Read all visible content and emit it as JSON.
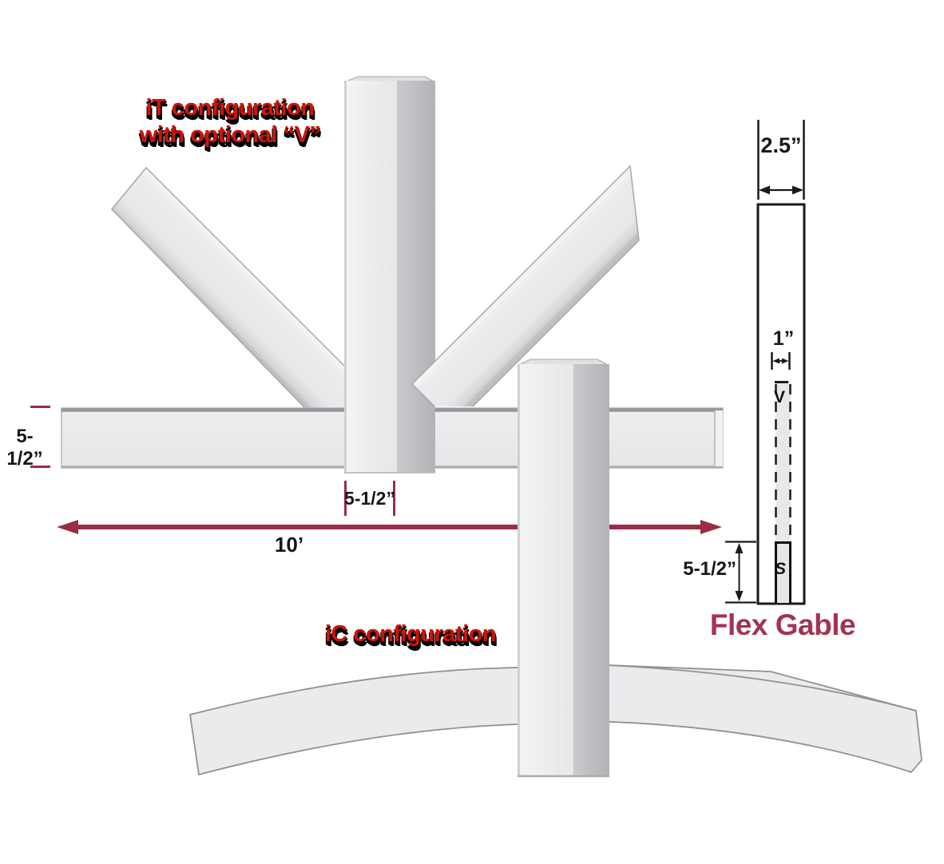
{
  "labels": {
    "it_configuration": {
      "line1": "iT configuration",
      "line2": "with optional “V”"
    },
    "ic_configuration": "iC configuration",
    "flex_gable": "Flex Gable"
  },
  "dimensions": {
    "beam_depth_left": "5-1/2”",
    "post_width_bottom": "5-1/2”",
    "overall_span": "10’",
    "gable_thickness": "2.5”",
    "v_groove_width": "1”",
    "saddle_depth": "5-1/2”"
  },
  "markers": {
    "v_groove": "V",
    "saddle": "S"
  },
  "colors": {
    "dim_maroon": "#9C2B45",
    "label_red": "#CE1508",
    "flex_gable_text": "#A43353",
    "dim_text": "#171717",
    "outline_black": "#1A1A1A",
    "beam_fill": "#E9EAEB",
    "channel_fill": "#E7E8EA"
  }
}
